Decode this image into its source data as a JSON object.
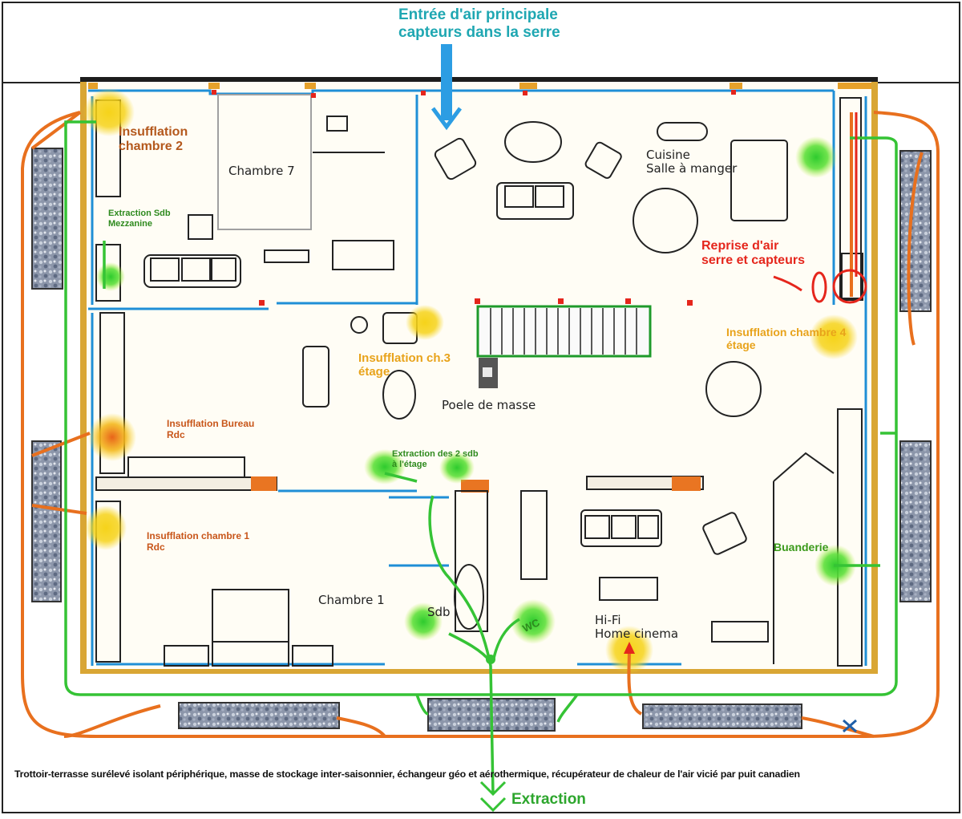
{
  "labels": {
    "main_air_intake": "Entrée d'air principale\ncapteurs dans la serre",
    "insufflation_ch2": "Insufflation\nchambre 2",
    "extraction_sdb_mezz": "Extraction Sdb\nMezzanine",
    "chambre7": "Chambre 7",
    "cuisine": "Cuisine\nSalle à manger",
    "reprise_air": "Reprise d'air\nserre et capteurs",
    "insufflation_ch4": "Insufflation chambre 4\nétage",
    "insufflation_ch3": "Insufflation ch.3\nétage",
    "poele": "Poele de masse",
    "insufflation_bureau": "Insufflation Bureau\nRdc",
    "extraction_2sdb": "Extraction des 2 sdb\nà l'étage",
    "insufflation_ch1": "Insufflation chambre 1\nRdc",
    "buanderie": "Buanderie",
    "chambre1": "Chambre 1",
    "sdb": "Sdb",
    "wc": "WC",
    "hifi": "Hi-Fi\nHome cinema",
    "footer": "Trottoir-terrasse surélevé isolant périphérique, masse de stockage inter-saisonnier, échangeur géo et aérothermique, récupérateur de chaleur de l'air vicié par puit canadien",
    "extraction": "Extraction"
  },
  "colors": {
    "supply_duct": "#e8701e",
    "extract_duct": "#35c335",
    "wall": "#1f8fd6",
    "gravel": "#7f8aa0",
    "accent_yellow": "#f6d31a",
    "return_red": "#e5261c"
  }
}
